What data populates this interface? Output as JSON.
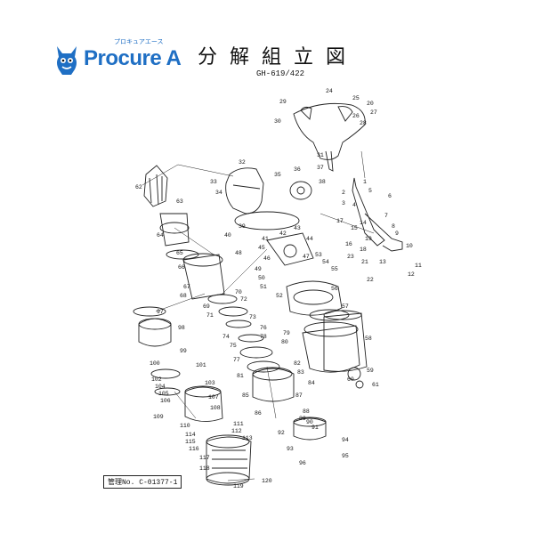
{
  "brand": {
    "name": "Procure A",
    "kana": "プロキュアエース",
    "color": "#1f6fc4"
  },
  "header": {
    "title": "分解組立図",
    "model": "GH-619/422"
  },
  "footer": {
    "management_no": "管理No. C-01377-1"
  },
  "part_numbers": [
    "1",
    "2",
    "3",
    "4",
    "5",
    "6",
    "7",
    "8",
    "9",
    "10",
    "11",
    "12",
    "13",
    "14",
    "15",
    "16",
    "17",
    "18",
    "19",
    "20",
    "21",
    "22",
    "23",
    "24",
    "25",
    "26",
    "27",
    "28",
    "29",
    "30",
    "31",
    "32",
    "33",
    "34",
    "35",
    "36",
    "37",
    "38",
    "39",
    "40",
    "41",
    "42",
    "43",
    "44",
    "45",
    "46",
    "47",
    "48",
    "49",
    "50",
    "51",
    "52",
    "53",
    "54",
    "55",
    "56",
    "57",
    "58",
    "59",
    "60",
    "61",
    "62",
    "63",
    "64",
    "65",
    "66",
    "67",
    "68",
    "69",
    "70",
    "71",
    "72",
    "73",
    "74",
    "75",
    "76",
    "77",
    "78",
    "79",
    "80",
    "81",
    "82",
    "83",
    "84",
    "85",
    "86",
    "87",
    "88",
    "89",
    "90",
    "91",
    "92",
    "93",
    "94",
    "95",
    "96",
    "97",
    "98",
    "99",
    "100",
    "101",
    "102",
    "103",
    "104",
    "105",
    "106",
    "107",
    "108",
    "109",
    "110",
    "111",
    "112",
    "113",
    "114",
    "115",
    "116",
    "117",
    "118",
    "119",
    "120"
  ]
}
